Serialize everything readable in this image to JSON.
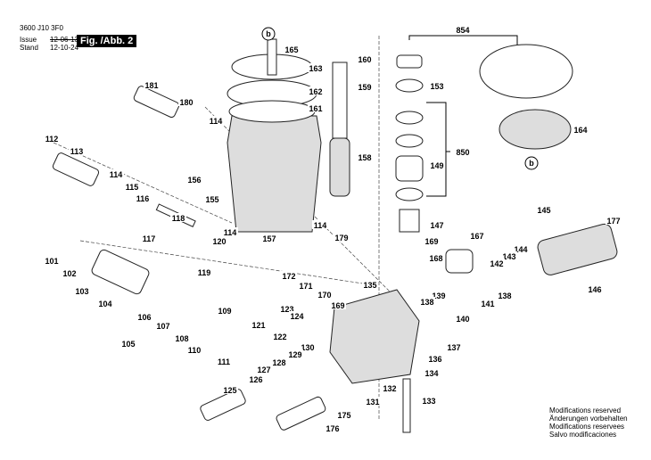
{
  "header": {
    "doc_number": "3600 J10 3F0",
    "issue_label": "Issue",
    "issue_date": "12-06-13",
    "stand_label": "Stand",
    "stand_date": "12-10-24",
    "figure_label": "Fig. /Abb. 2"
  },
  "notes": [
    "Modifications reserved",
    "Änderungen vorbehalten",
    "Modifications reservees",
    "Salvo modificaciones"
  ],
  "reference_marker": "b",
  "part_labels": [
    "165",
    "163",
    "162",
    "161",
    "160",
    "159",
    "158",
    "854",
    "153",
    "850",
    "149",
    "164",
    "147",
    "169",
    "181",
    "180",
    "114",
    "112",
    "113",
    "114",
    "115",
    "116",
    "156",
    "155",
    "118",
    "117",
    "114",
    "120",
    "119",
    "157",
    "114",
    "179",
    "101",
    "102",
    "103",
    "104",
    "172",
    "171",
    "170",
    "169",
    "135",
    "168",
    "167",
    "145",
    "177",
    "146",
    "144",
    "143",
    "142",
    "141",
    "138",
    "139",
    "138",
    "140",
    "137",
    "136",
    "134",
    "133",
    "132",
    "109",
    "106",
    "107",
    "108",
    "110",
    "111",
    "105",
    "121",
    "122",
    "123",
    "124",
    "130",
    "129",
    "128",
    "127",
    "126",
    "125",
    "131",
    "175",
    "176"
  ]
}
